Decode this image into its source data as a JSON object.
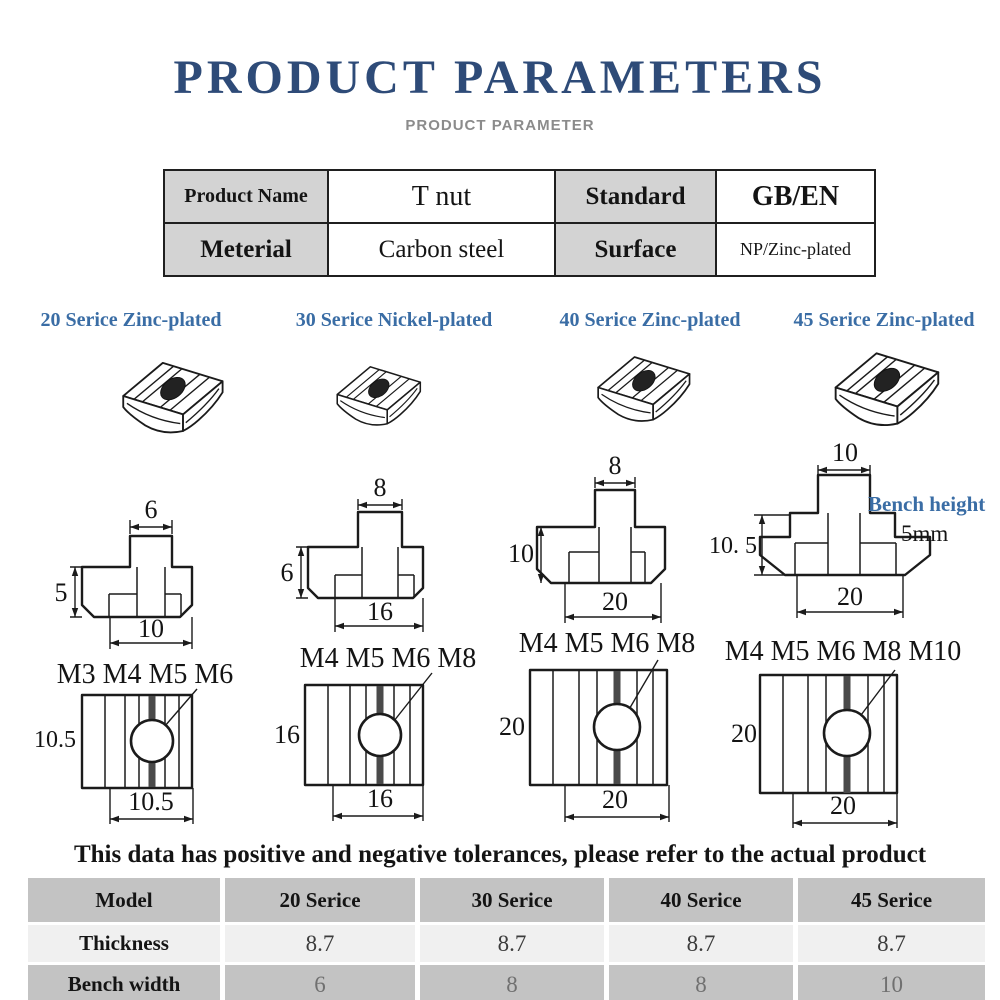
{
  "header": {
    "title": "PRODUCT PARAMETERS",
    "subtitle": "PRODUCT PARAMETER"
  },
  "spec_table": {
    "row1": {
      "c1": "Product Name",
      "c2": "T nut",
      "c3": "Standard",
      "c4": "GB/EN"
    },
    "row2": {
      "c1": "Meterial",
      "c2": "Carbon steel",
      "c3": "Surface",
      "c4": "NP/Zinc-plated"
    }
  },
  "series": [
    {
      "label": "20 Serice Zinc-plated",
      "threads": "M3 M4 M5 M6",
      "side": {
        "top_width": "6",
        "height": "5",
        "bottom_width": "10"
      },
      "top": {
        "height": "10.5",
        "width": "10.5"
      }
    },
    {
      "label": "30 Serice Nickel-plated",
      "threads": "M4 M5 M6 M8",
      "side": {
        "top_width": "8",
        "height": "6",
        "bottom_width": "16"
      },
      "top": {
        "height": "16",
        "width": "16"
      }
    },
    {
      "label": "40 Serice Zinc-plated",
      "threads": "M4 M5 M6 M8",
      "side": {
        "top_width": "8",
        "height": "10",
        "bottom_width": "20"
      },
      "top": {
        "height": "20",
        "width": "20"
      }
    },
    {
      "label": "45 Serice Zinc-plated",
      "threads": "M4 M5 M6 M8 M10",
      "side": {
        "top_width": "10",
        "height": "10. 5",
        "bottom_width": "20"
      },
      "top": {
        "height": "20",
        "width": "20"
      }
    }
  ],
  "annotation": {
    "bench_height_label": "Bench height",
    "bench_height_value": "5mm"
  },
  "note": "This data has positive and negative tolerances, please refer to the actual product",
  "size_table": {
    "headers": [
      "Model",
      "20 Serice",
      "30 Serice",
      "40 Serice",
      "45 Serice"
    ],
    "rows": [
      {
        "label": "Thickness",
        "values": [
          "8.7",
          "8.7",
          "8.7",
          "8.7"
        ]
      },
      {
        "label": "Bench width",
        "values": [
          "6",
          "8",
          "8",
          "10"
        ]
      }
    ]
  },
  "colors": {
    "title_blue": "#2e4b78",
    "series_blue": "#3a6da5",
    "spec_header_gray": "#d3d3d3",
    "size_header_gray": "#c3c3c3",
    "size_light_gray": "#f0f0f0"
  }
}
